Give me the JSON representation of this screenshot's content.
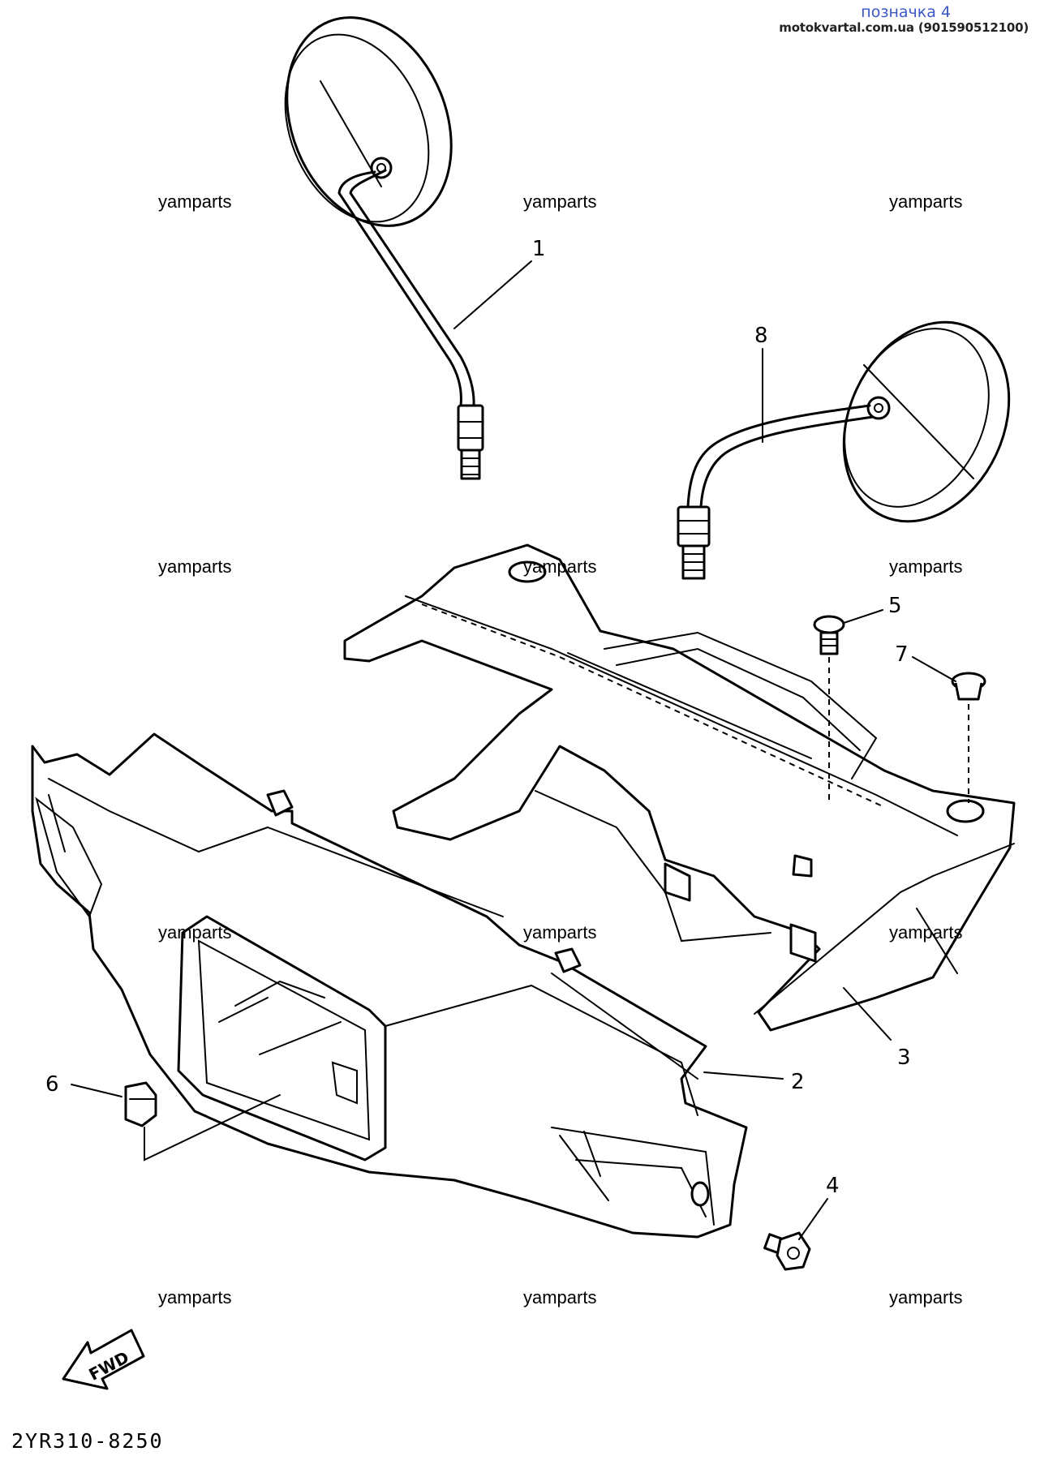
{
  "header": {
    "title": "позначка 4",
    "source": "motokvartal.com.ua (901590512100)"
  },
  "watermark": "yamparts",
  "callouts": {
    "p1": "1",
    "p2": "2",
    "p3": "3",
    "p4": "4",
    "p5": "5",
    "p6": "6",
    "p7": "7",
    "p8": "8"
  },
  "fwd_label": "FWD",
  "diagram_code": "2YR310-8250"
}
